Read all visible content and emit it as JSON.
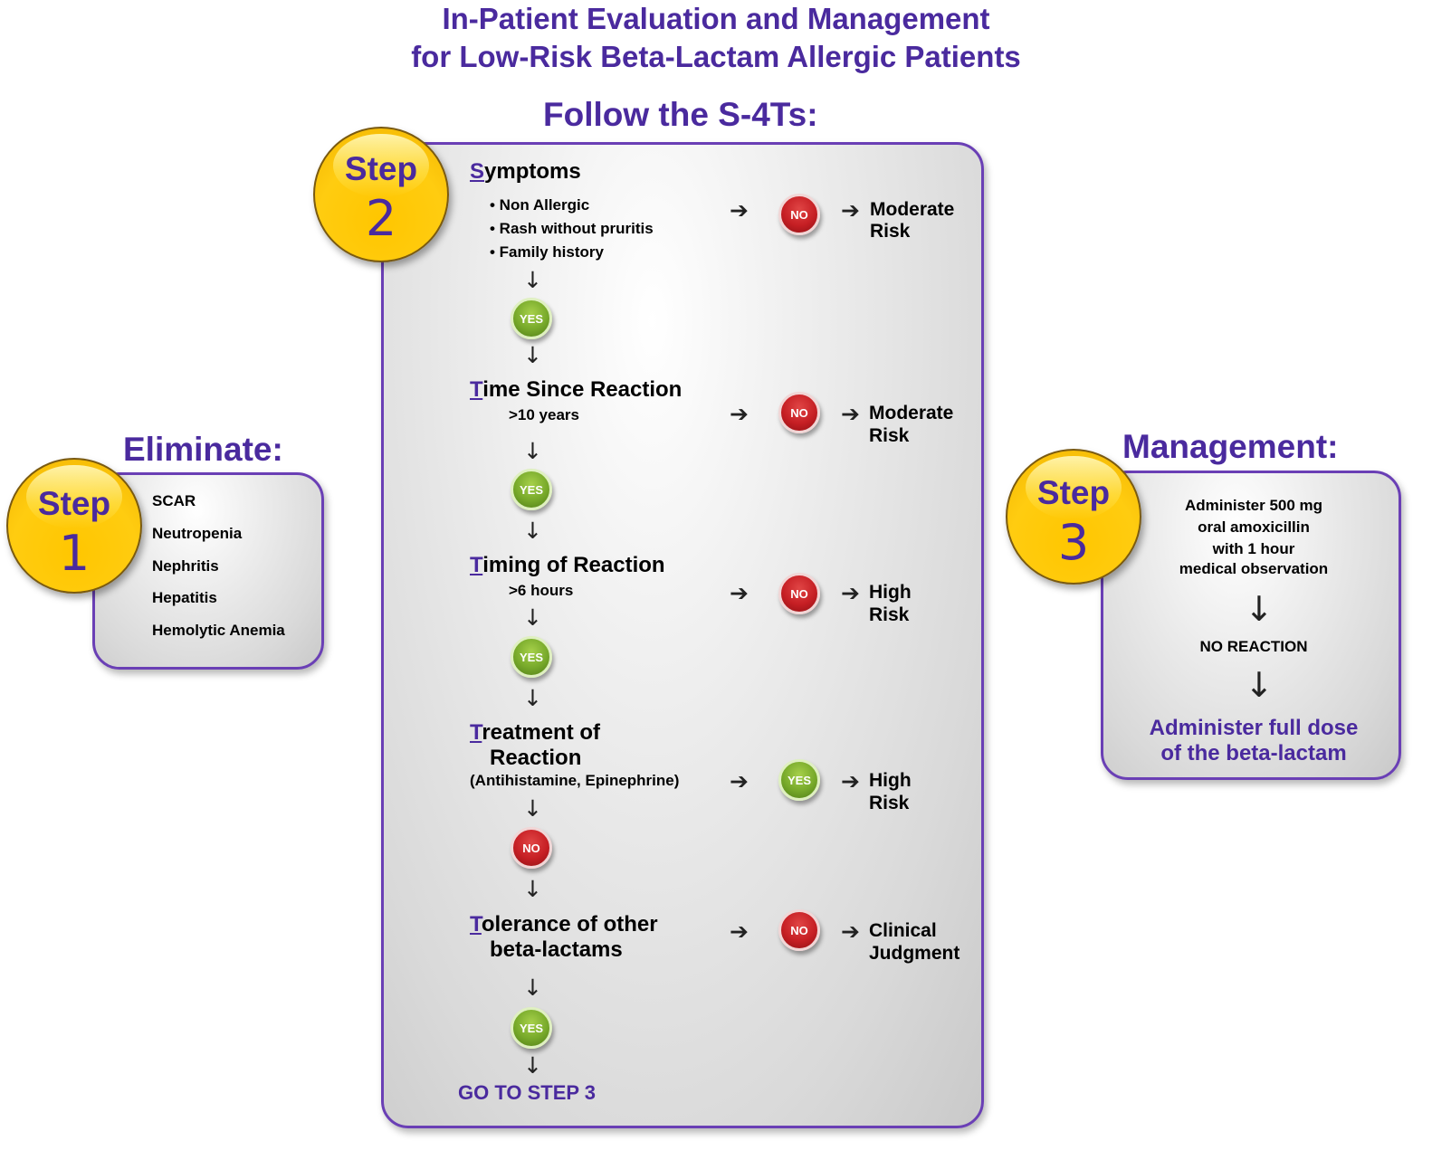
{
  "title": {
    "line1": "In-Patient Evaluation and Management",
    "line2": "for Low-Risk Beta-Lactam Allergic Patients"
  },
  "step1": {
    "heading": "Eliminate:",
    "badge_word": "Step",
    "badge_number": "1",
    "items": [
      "SCAR",
      "Neutropenia",
      "Nephritis",
      "Hepatitis",
      "Hemolytic Anemia"
    ]
  },
  "step2": {
    "heading": "Follow the S-4Ts:",
    "badge_word": "Step",
    "badge_number": "2",
    "symptoms": {
      "first_letter": "S",
      "rest": "ymptoms",
      "bullets": [
        "• Non Allergic",
        "• Rash without pruritis",
        "• Family history"
      ],
      "branch": "NO",
      "outcome_line1": "Moderate",
      "outcome_line2": "Risk",
      "down": "YES"
    },
    "time_since": {
      "first_letter": "T",
      "rest": "ime Since Reaction",
      "detail": ">10 years",
      "branch": "NO",
      "outcome_line1": "Moderate",
      "outcome_line2": "Risk",
      "down": "YES"
    },
    "timing": {
      "first_letter": "T",
      "rest": "iming of Reaction",
      "detail": ">6 hours",
      "branch": "NO",
      "outcome_line1": "High",
      "outcome_line2": "Risk",
      "down": "YES"
    },
    "treatment": {
      "first_letter": "T",
      "rest": "reatment of",
      "line2": "Reaction",
      "detail": "(Antihistamine, Epinephrine)",
      "branch": "YES",
      "outcome_line1": "High",
      "outcome_line2": "Risk",
      "down": "NO"
    },
    "tolerance": {
      "first_letter": "T",
      "rest": "olerance of other",
      "line2": "beta-lactams",
      "branch": "NO",
      "outcome_line1": "Clinical",
      "outcome_line2": "Judgment",
      "down": "YES"
    },
    "goto": "GO TO STEP 3"
  },
  "step3": {
    "heading": "Management:",
    "badge_word": "Step",
    "badge_number": "3",
    "instruction_lines": [
      "Administer 500 mg",
      "oral amoxicillin",
      "with 1 hour",
      "medical observation"
    ],
    "result": "NO REACTION",
    "final_line1": "Administer full dose",
    "final_line2": "of the beta-lactam"
  },
  "glyphs": {
    "arrow_right": "➔",
    "arrow_down": "↓",
    "arrow_down_long": "↓"
  },
  "colors": {
    "accent_purple": "#4a2a9e",
    "panel_border": "#6a3fb5",
    "badge_yellow": "#ffc600",
    "no_red": "#c61f24",
    "yes_green": "#77a92a"
  }
}
